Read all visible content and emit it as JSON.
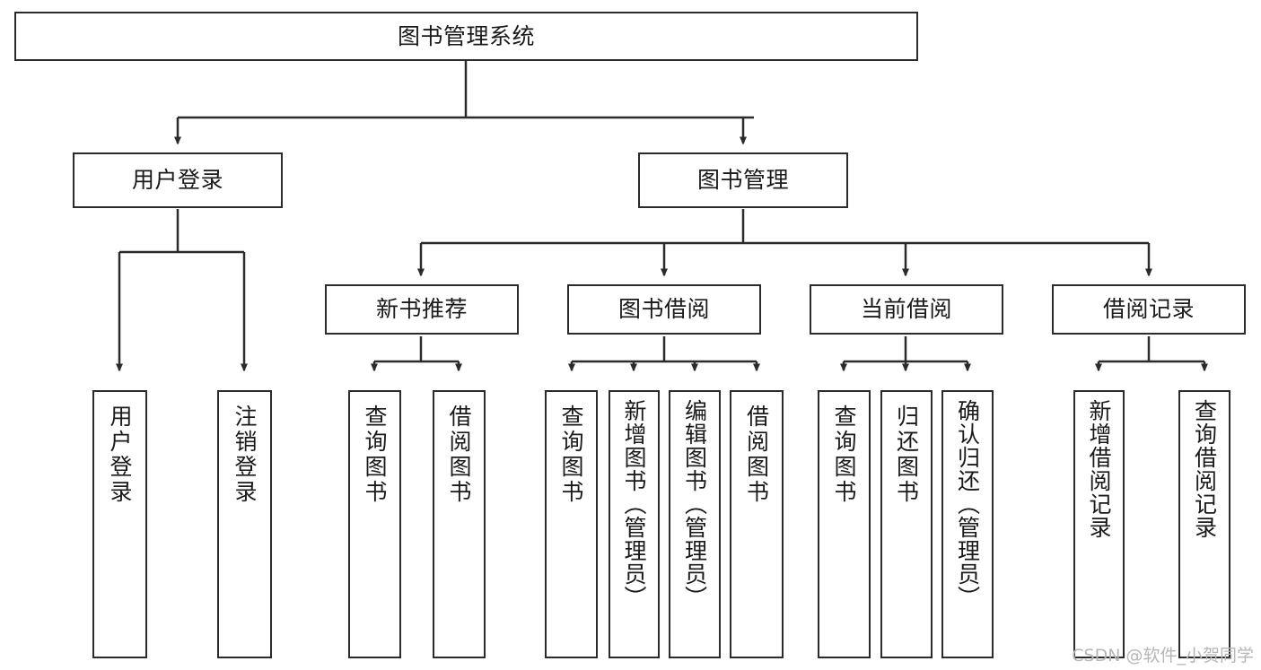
{
  "diagram": {
    "title": "图书管理系统",
    "type": "tree-hierarchy",
    "watermark": "CSDN @软件_小贺同学",
    "colors": {
      "background": "#ffffff",
      "box_border": "#2b2b2b",
      "box_fill": "#ffffff",
      "connector": "#2b2b2b",
      "text": "#1a1a1a",
      "watermark_text": "#b6b6b6"
    },
    "root": {
      "label": "图书管理系统"
    },
    "level2": [
      {
        "label": "用户登录"
      },
      {
        "label": "图书管理"
      }
    ],
    "level3": [
      {
        "label": "新书推荐"
      },
      {
        "label": "图书借阅"
      },
      {
        "label": "当前借阅"
      },
      {
        "label": "借阅记录"
      }
    ],
    "leaves": {
      "user_login": [
        {
          "label": "用户登录"
        },
        {
          "label": "注销登录"
        }
      ],
      "new_book_recommend": [
        {
          "label": "查询图书"
        },
        {
          "label": "借阅图书"
        }
      ],
      "book_borrow": [
        {
          "label": "查询图书"
        },
        {
          "label": "新增图书（管理员）"
        },
        {
          "label": "编辑图书（管理员）"
        },
        {
          "label": "借阅图书"
        }
      ],
      "current_borrow": [
        {
          "label": "查询图书"
        },
        {
          "label": "归还图书"
        },
        {
          "label": "确认归还（管理员）"
        }
      ],
      "borrow_record": [
        {
          "label": "新增借阅记录"
        },
        {
          "label": "查询借阅记录"
        }
      ]
    }
  }
}
